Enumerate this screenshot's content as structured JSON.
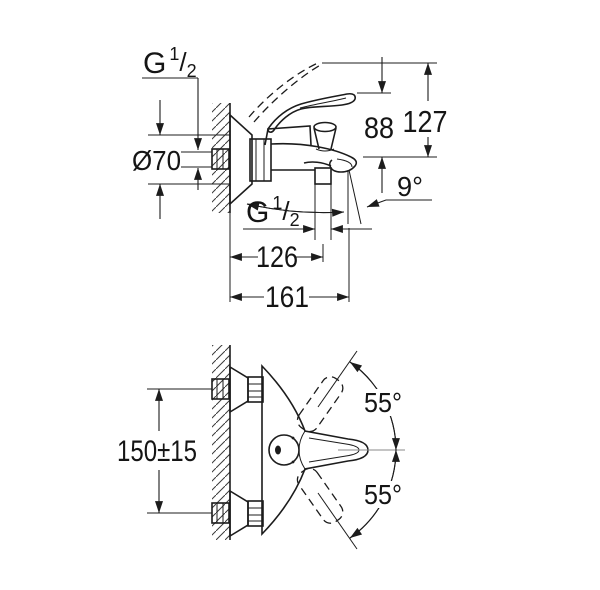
{
  "drawing_type": "technical-dimension-drawing",
  "views": {
    "side": {
      "thread_top": {
        "g": "G",
        "num": "1",
        "slash": "/",
        "den": "2"
      },
      "escutcheon_diameter": "Ø70",
      "height_lever_closed": "88",
      "height_lever_open": "127",
      "spout_angle": "9°",
      "thread_bottom": {
        "g": "G",
        "num": "1",
        "slash": "/",
        "den": "2"
      },
      "wall_to_shower_outlet": "126",
      "wall_to_spout_tip": "161"
    },
    "plan": {
      "connection_distance": "150±15",
      "lever_swing_up": "55°",
      "lever_swing_down": "55°"
    }
  },
  "colors": {
    "line": "#1c1c1c",
    "dimension": "#1c1c1c",
    "centerline": "#8a8a8a",
    "background": "#ffffff"
  }
}
